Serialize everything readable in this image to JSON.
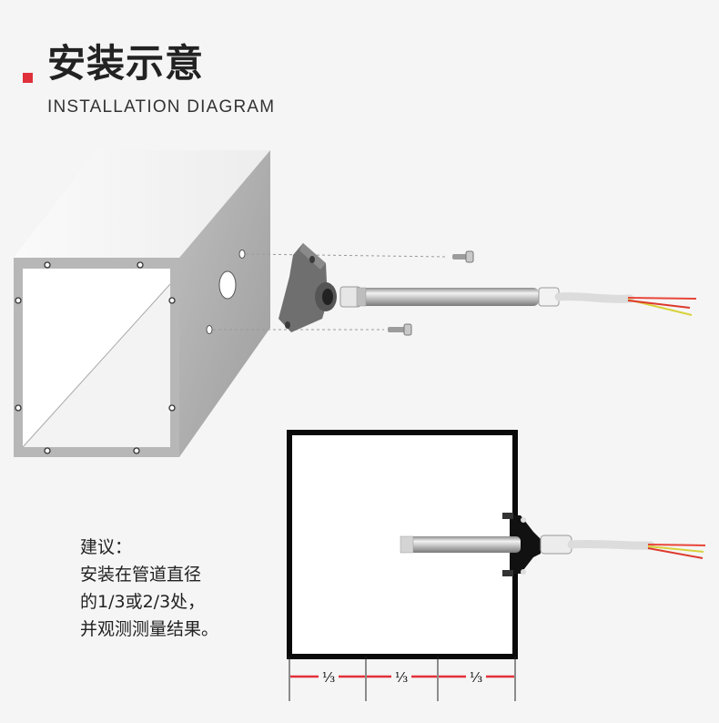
{
  "header": {
    "title": "安装示意",
    "subtitle": "INSTALLATION DIAGRAM",
    "accent_color": "#e0303b"
  },
  "advice": {
    "lines": [
      "建议：",
      "安装在管道直径",
      "的1/3或2/3处，",
      "并观测测量结果。"
    ]
  },
  "section_diagram": {
    "fraction_labels": [
      "⅓",
      "⅓",
      "⅓"
    ],
    "marker_color": "#e0303b"
  },
  "wire_colors": [
    "#e8463a",
    "#d8d23a",
    "#dd3a2e"
  ]
}
